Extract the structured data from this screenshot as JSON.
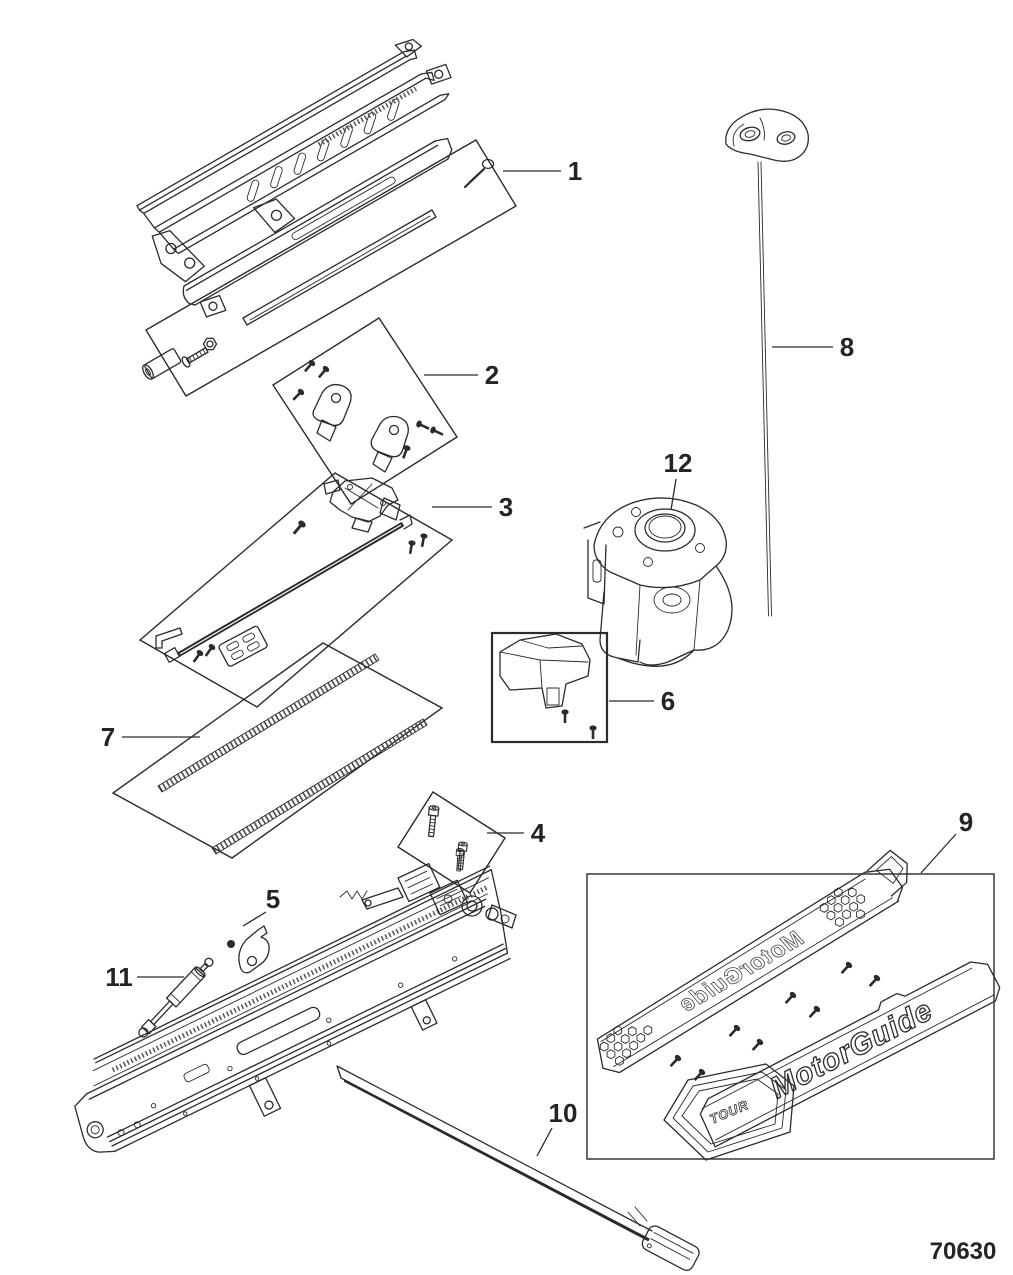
{
  "colors": {
    "ink": "#2b2b2b",
    "background": "#ffffff",
    "label": "#242424"
  },
  "diagram": {
    "part_number": "70630",
    "callouts": [
      {
        "label": "1"
      },
      {
        "label": "2"
      },
      {
        "label": "3"
      },
      {
        "label": "4"
      },
      {
        "label": "5"
      },
      {
        "label": "6"
      },
      {
        "label": "7"
      },
      {
        "label": "8"
      },
      {
        "label": "9"
      },
      {
        "label": "10"
      },
      {
        "label": "11"
      },
      {
        "label": "12"
      }
    ],
    "decals": {
      "brand": "MotorGuide",
      "badge": "TOUR"
    }
  }
}
